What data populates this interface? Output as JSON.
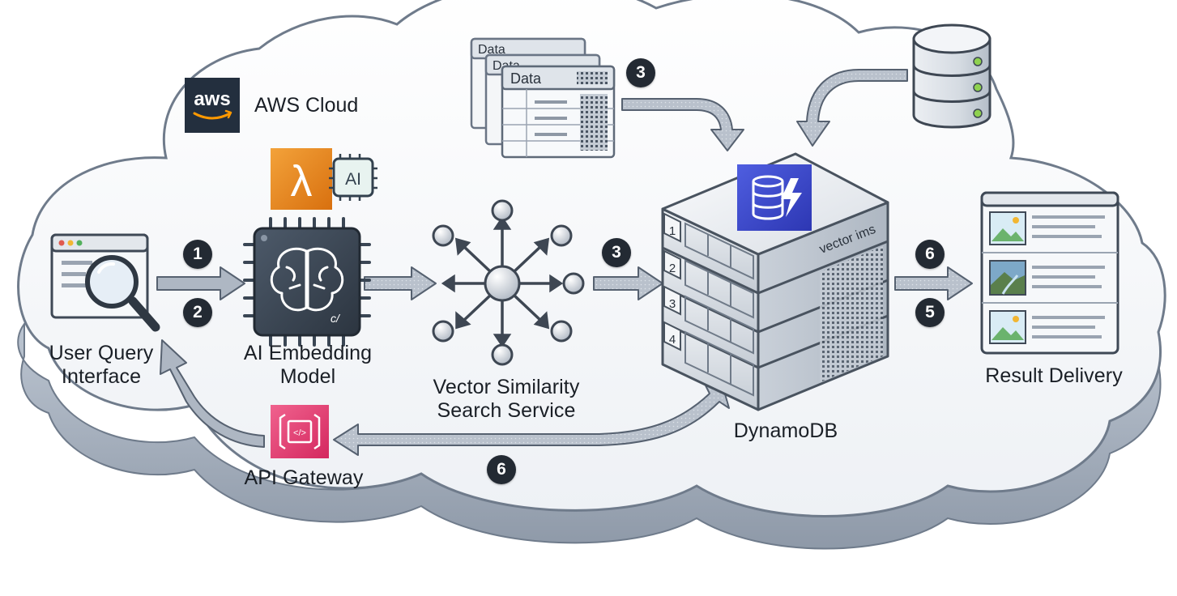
{
  "cloud": {
    "title": "AWS Cloud",
    "aws_logo_text": "aws"
  },
  "components": {
    "user_query": {
      "label": "User Query\nInterface"
    },
    "embedding": {
      "label": "AI Embedding\nModel",
      "ai_badge": "AI"
    },
    "vector_search": {
      "label": "Vector Similarity\nSearch Service"
    },
    "data_docs": {
      "titles": [
        "Data",
        "Data",
        "Data"
      ]
    },
    "dynamodb": {
      "label": "DynamoDB",
      "side_text": "vector ims",
      "tiers": [
        "1",
        "2",
        "3",
        "4"
      ]
    },
    "result": {
      "label": "Result Delivery"
    },
    "api_gateway": {
      "label": "API Gateway"
    }
  },
  "steps": {
    "a": "1",
    "b": "2",
    "c": "3",
    "d": "3",
    "e": "6",
    "f": "5",
    "g": "6"
  },
  "colors": {
    "aws_dark": "#232f3e",
    "lambda_orange": "#e8861a",
    "dynamodb_blue": "#3b48cc",
    "api_gateway_pink": "#e7457a",
    "arrow_fill": "#b7bfcb",
    "chip_dark": "#3a4654"
  }
}
